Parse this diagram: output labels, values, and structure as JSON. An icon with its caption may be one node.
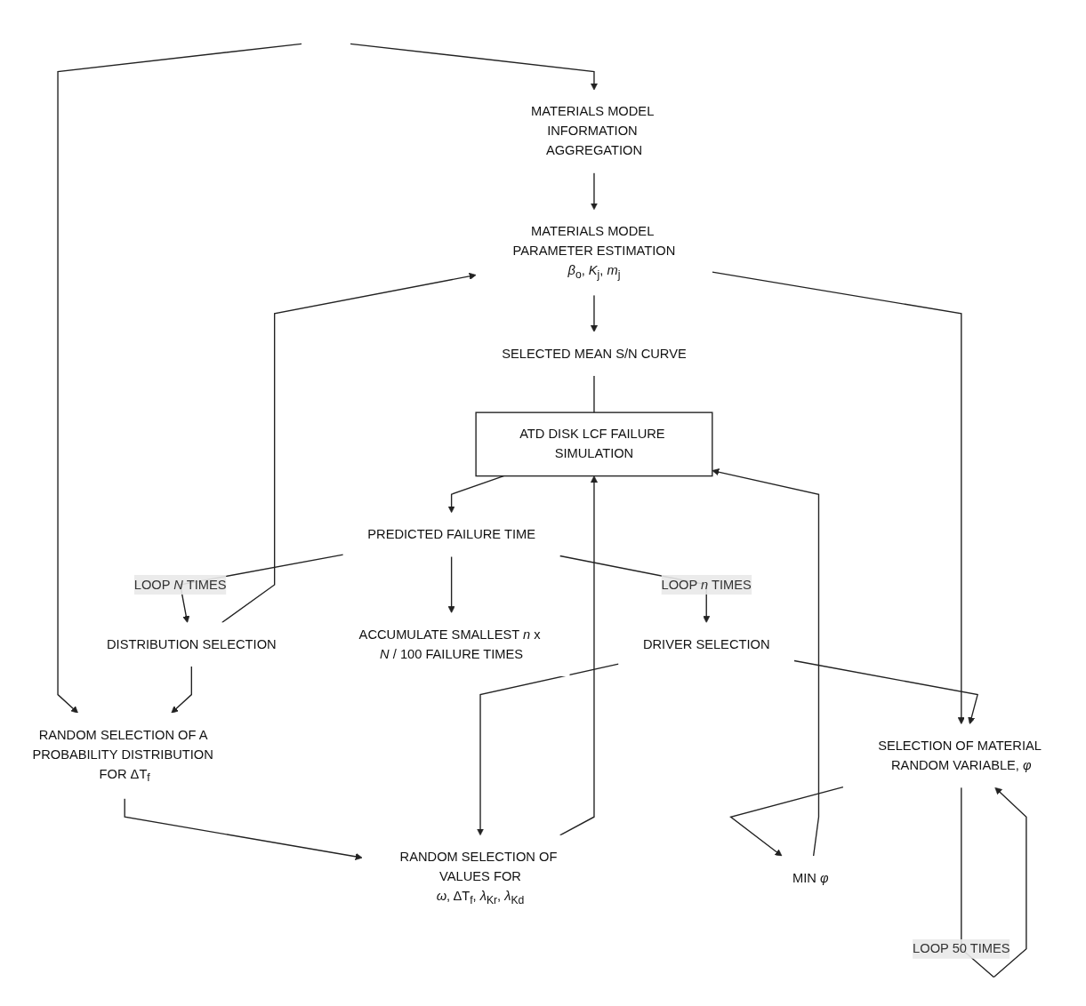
{
  "diagram": {
    "nodes": [
      {
        "text": [
          "MATERIALS MODEL INFORMATION AGGREGATION"
        ]
      },
      {
        "text": [
          "DISTRIBUTION SELECTION"
        ]
      },
      {
        "text": [
          "RANDOM SELECTION OF A PROBABILITY DISTRIBUTION FOR ΔT$_{f}$"
        ]
      },
      {
        "text": [
          "MATERIALS MODEL PARAMETER ESTIMATION",
          "*β*$_{o}$, *K*$_{j}$, *m*$_{j}$"
        ]
      },
      {
        "text": [
          "DRIVER SELECTION"
        ]
      },
      {
        "text": [
          "SELECTED MEAN S/N CURVE"
        ]
      },
      {
        "text": [
          "RANDOM SELECTION OF VALUES FOR",
          "*ω*, ΔT$_{f}$, *λ*$_{Kr}$, *λ*$_{Kd}$"
        ]
      },
      {
        "text": [
          "SELECTION OF MATERIAL RANDOM VARIABLE, *φ*"
        ]
      },
      {
        "text": [
          "MIN *φ*"
        ]
      },
      {
        "text": [
          "ATD DISK LCF FAILURE SIMULATION"
        ]
      },
      {
        "text": [
          "PREDICTED FAILURE TIME"
        ]
      },
      {
        "text": [
          "ACCUMULATE SMALLEST *n* x *N* / 100 FAILURE TIMES"
        ]
      }
    ],
    "edges": [
      {
        "from": null,
        "to": 0,
        "arrow": "to"
      },
      {
        "from": null,
        "to": 2,
        "arrow": "to"
      },
      {
        "from": 1,
        "to": 2,
        "arrow": "to"
      },
      {
        "from": 1,
        "to": 3,
        "arrow": "to"
      },
      {
        "from": 0,
        "to": 3,
        "arrow": "to"
      },
      {
        "from": 3,
        "to": 5,
        "arrow": "to"
      },
      {
        "from": 2,
        "to": 6,
        "arrow": "to"
      },
      {
        "from": 4,
        "to": 6,
        "arrow": "to"
      },
      {
        "from": 3,
        "to": 7,
        "arrow": "to"
      },
      {
        "from": 4,
        "to": 7,
        "arrow": "to"
      },
      {
        "from": 7,
        "to": 7,
        "arrow": "to",
        "label": "LOOP 50 TIMES"
      },
      {
        "from": 7,
        "to": 8,
        "arrow": "to"
      },
      {
        "from": 6,
        "to": 9,
        "arrow": "to"
      },
      {
        "from": 8,
        "to": 9,
        "arrow": "to"
      },
      {
        "from": 5,
        "to": 9,
        "arrow": "none"
      },
      {
        "from": 9,
        "to": 10,
        "arrow": "to"
      },
      {
        "from": 10,
        "to": 4,
        "arrow": "to",
        "label": "LOOP *n* TIMES"
      },
      {
        "from": 10,
        "to": 1,
        "arrow": "to",
        "label": "LOOP *N* TIMES"
      },
      {
        "from": 10,
        "to": 11,
        "arrow": "to"
      }
    ]
  }
}
